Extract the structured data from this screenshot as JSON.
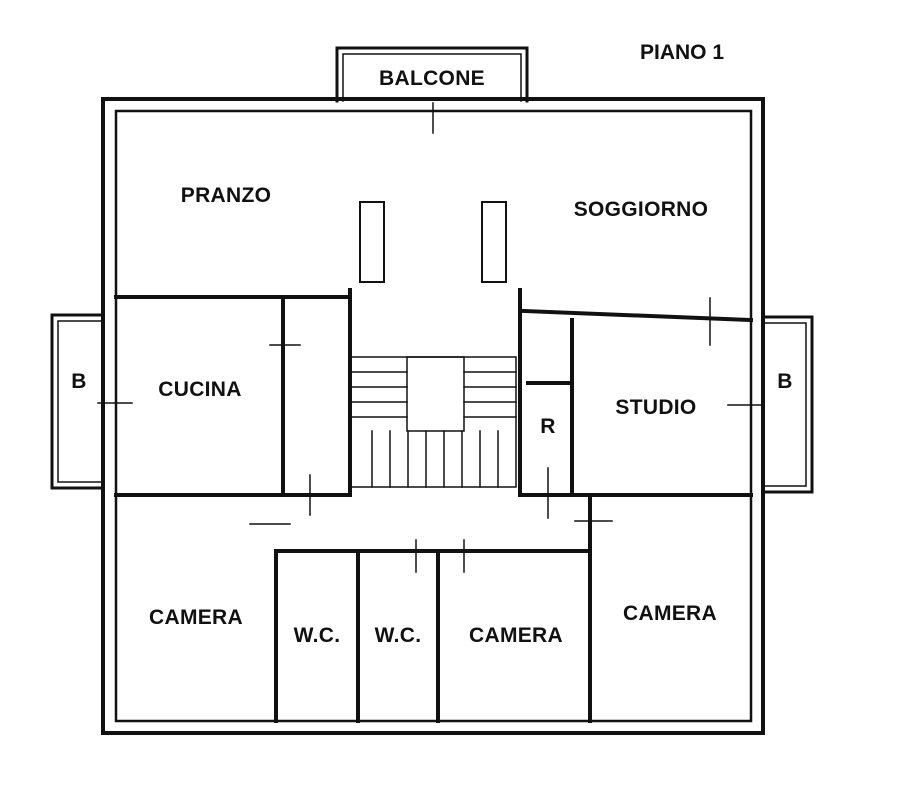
{
  "plan": {
    "floor_title": "PIANO 1",
    "rooms": {
      "balcone": "BALCONE",
      "pranzo": "PRANZO",
      "soggiorno": "SOGGIORNO",
      "cucina": "CUCINA",
      "studio": "STUDIO",
      "ripostiglio": "R",
      "bagno_left": "B",
      "bagno_right": "B",
      "camera_1": "CAMERA",
      "wc_1": "W.C.",
      "wc_2": "W.C.",
      "camera_2": "CAMERA",
      "camera_3": "CAMERA"
    },
    "colors": {
      "line": "#111111",
      "background": "#ffffff"
    }
  }
}
